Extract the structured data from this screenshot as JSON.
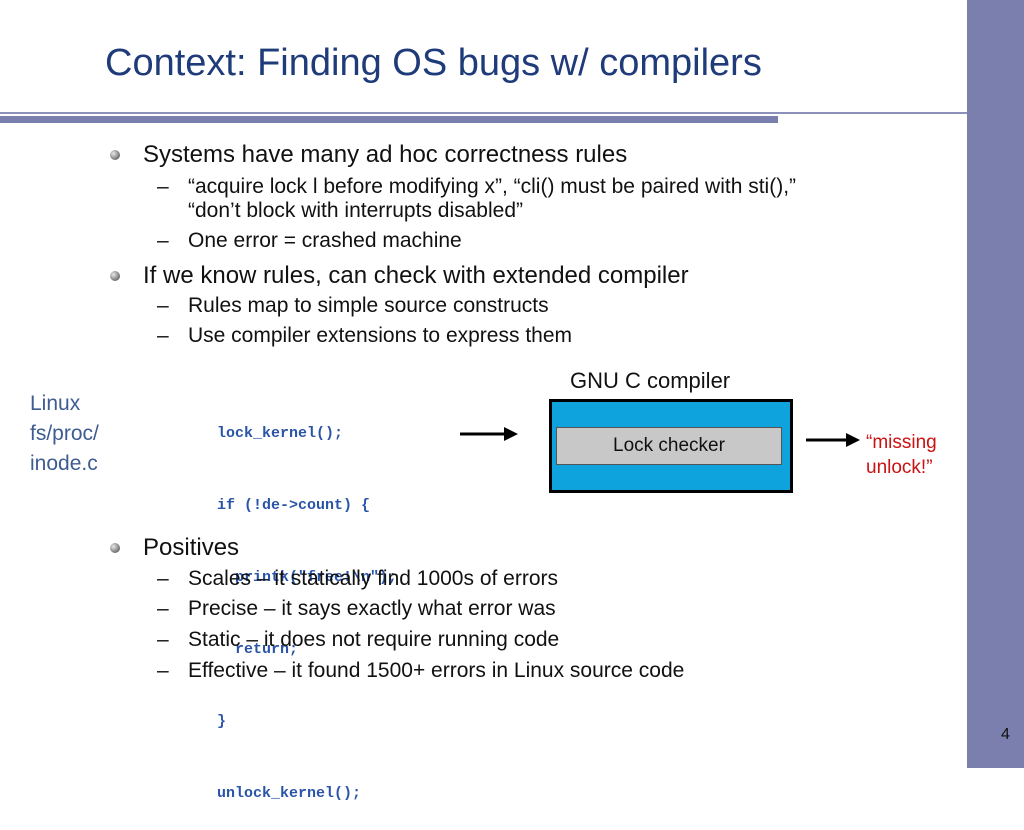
{
  "slide": {
    "title": "Context: Finding OS bugs w/ compilers",
    "page_number": "4"
  },
  "bullets_top": [
    {
      "text": "Systems have many ad hoc correctness rules",
      "subs": [
        [
          "“acquire lock l before modifying x”, “cli() must be paired with sti(),”",
          "“don’t block with interrupts disabled”"
        ],
        [
          "One error = crashed machine"
        ]
      ]
    },
    {
      "text": "If we know rules, can check with extended compiler",
      "subs": [
        [
          "Rules map to simple source constructs"
        ],
        [
          "Use compiler extensions to express them"
        ]
      ]
    }
  ],
  "diagram": {
    "source_label": [
      "Linux",
      "fs/proc/",
      "inode.c"
    ],
    "code_lines": [
      "lock_kernel();",
      "if (!de->count) {",
      "  printk(\"free!\\n\");",
      "  return;",
      "}",
      "unlock_kernel();"
    ],
    "compiler_label": "GNU C compiler",
    "checker_label": "Lock checker",
    "result_lines": [
      "“missing",
      "unlock!”"
    ]
  },
  "bullets_bottom": [
    {
      "text": "Positives",
      "subs": [
        [
          "Scales – it statically find 1000s of errors"
        ],
        [
          "Precise – it says exactly what error was"
        ],
        [
          "Static – it does not require running code"
        ],
        [
          "Effective – it found 1500+ errors in Linux source code"
        ]
      ]
    }
  ],
  "colors": {
    "title": "#1f3b7a",
    "accent_bar": "#7b7fae",
    "compiler_box": "#0ea3dc",
    "result_text": "#cc1111",
    "code_text": "#2a54a8"
  }
}
